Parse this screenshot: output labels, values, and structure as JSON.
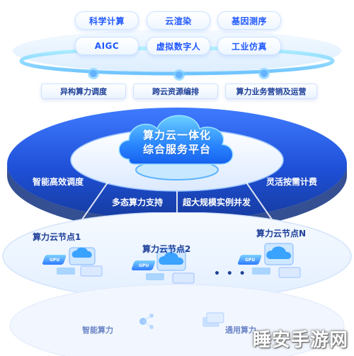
{
  "applications": {
    "row1": [
      "科学计算",
      "云渲染",
      "基因测序"
    ],
    "row2": [
      "AIGC",
      "虚拟数字人",
      "工业仿真"
    ]
  },
  "capabilities": [
    "异构算力调度",
    "跨云资源编排",
    "算力业务营销及运营"
  ],
  "platform": {
    "title_line1": "算力云一体化",
    "title_line2": "综合服务平台"
  },
  "ring_features": [
    "智能高效调度",
    "多态算力支持",
    "超大规模实例并发",
    "灵活按需计费"
  ],
  "nodes": {
    "node1": "算力云节点1",
    "node2": "算力云节点2",
    "ellipsis": "• • •",
    "nodeN": "算力云节点N",
    "chip_label": "GPU"
  },
  "bottom": {
    "left": "智能算力",
    "right": "通用算力"
  },
  "watermark": "睡安手游网",
  "colors": {
    "primary_blue": "#1f57ff",
    "ring_dark": "#1c3fae",
    "ring_mid": "#2b61e6",
    "light_bg": "#eaf3ff"
  }
}
